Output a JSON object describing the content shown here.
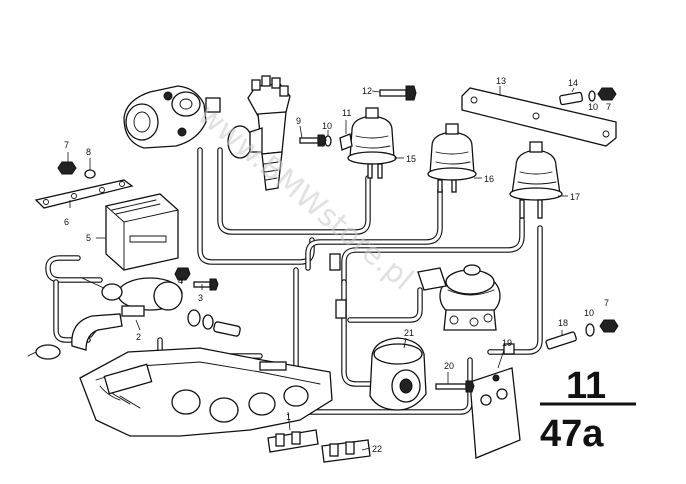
{
  "watermark": "www.BMWstore.pl",
  "group_label": {
    "top": "11",
    "bottom": "47a"
  },
  "part_numbers": [
    "1",
    "2",
    "3",
    "4",
    "5",
    "6",
    "7",
    "8",
    "9",
    "10",
    "11",
    "12",
    "13",
    "14",
    "15",
    "16",
    "17",
    "18",
    "19",
    "20",
    "21",
    "22"
  ]
}
